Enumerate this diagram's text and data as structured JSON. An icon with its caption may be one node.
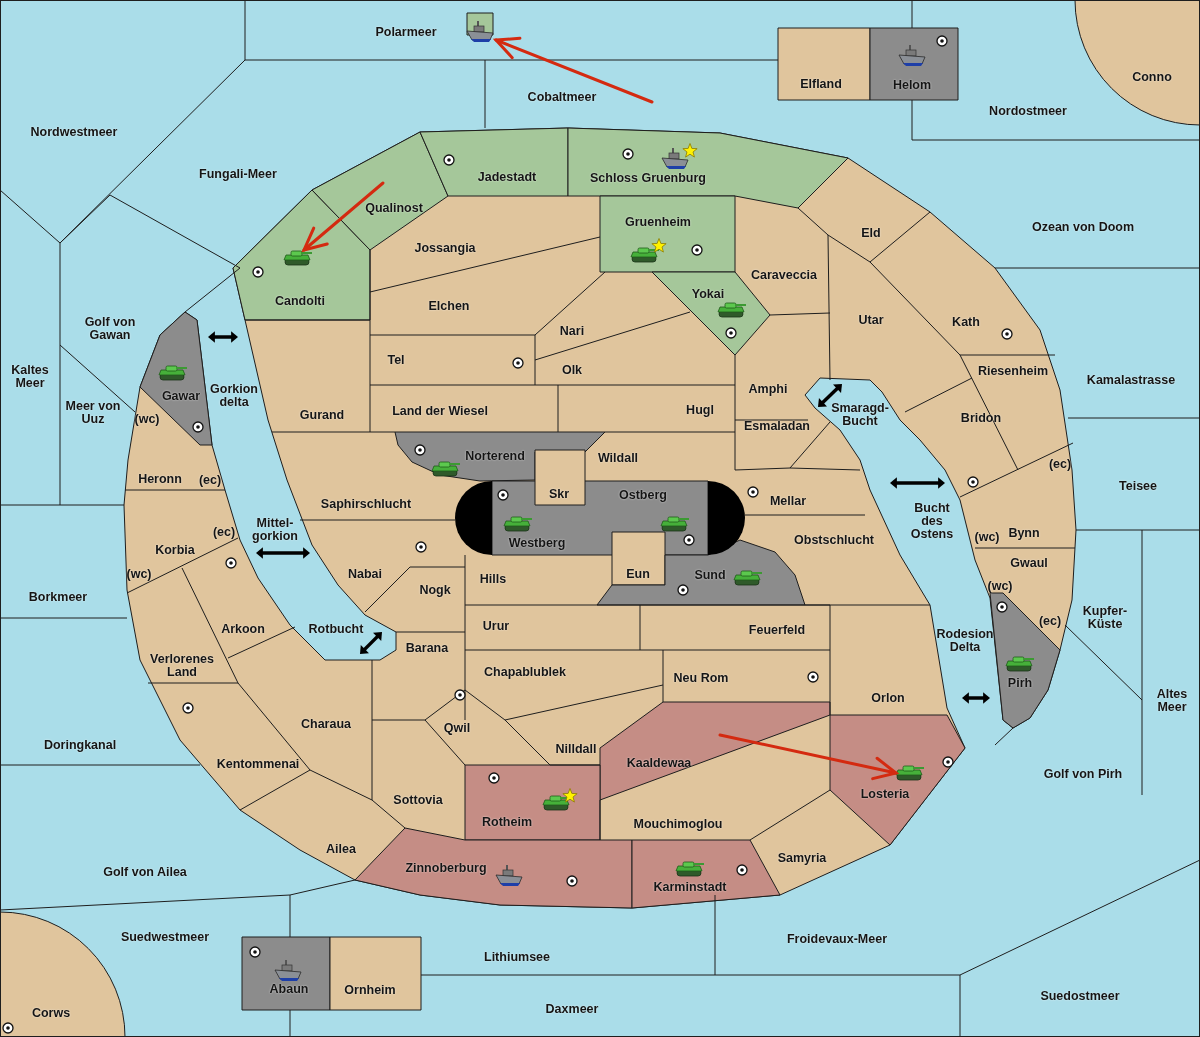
{
  "diagram": {
    "labels": [
      "Polarmeer",
      "Cobaltmeer",
      "Elfland",
      "Helom",
      "Conno",
      "Nordwestmeer",
      "Nordostmeer",
      "Fungali-Meer",
      "Jadestadt",
      "Schloss Gruenburg",
      "Qualinost",
      "Gruenheim",
      "Ozean von Doom",
      "Eld",
      "Jossangia",
      "Caraveccia",
      "Yokai",
      "Candolti",
      "Elchen",
      "Utar",
      "Kath",
      "Golf von Gawan",
      "Nari",
      "Tel",
      "Kaltes Meer",
      "Olk",
      "Riesenheim",
      "Kamalastrasse",
      "Amphi",
      "Gawar",
      "Gorkion delta",
      "Meer von Uuz",
      "(wc)",
      "Gurand",
      "Land der Wiesel",
      "Hugl",
      "Smaragd-Bucht",
      "Bridon",
      "Esmaladan",
      "Norterend",
      "Wildall",
      "(ec)",
      "Heronn",
      "(ec)",
      "Teisee",
      "Skr",
      "Ostberg",
      "Mellar",
      "Saphirschlucht",
      "Bucht des Ostens",
      "(ec)",
      "Mittel-gorkion",
      "Westberg",
      "Obstschlucht",
      "(wc)",
      "Bynn",
      "Korbia",
      "Gwaul",
      "Nabai",
      "(wc)",
      "Eun",
      "Sund",
      "Hills",
      "Nogk",
      "(wc)",
      "Borkmeer",
      "Kupfer-Küste",
      "(ec)",
      "Arkoon",
      "Rotbucht",
      "Barana",
      "Urur",
      "Feuerfeld",
      "Rodesion Delta",
      "Verlorenes Land",
      "Chapablublek",
      "Neu Rom",
      "Pirh",
      "Altes Meer",
      "Orlon",
      "Charaua",
      "Qwil",
      "Doringkanal",
      "Kentommenai",
      "Nilldall",
      "Kaaldewaa",
      "Golf von Pirh",
      "Losteria",
      "Sottovia",
      "Rotheim",
      "Mouchimoglou",
      "Ailea",
      "Golf von Ailea",
      "Zinnoberburg",
      "Samyria",
      "Karminstadt",
      "Suedwestmeer",
      "Froidevaux-Meer",
      "Lithiumsee",
      "Abaun",
      "Ornheim",
      "Suedostmeer",
      "Daxmeer",
      "Corws"
    ]
  }
}
